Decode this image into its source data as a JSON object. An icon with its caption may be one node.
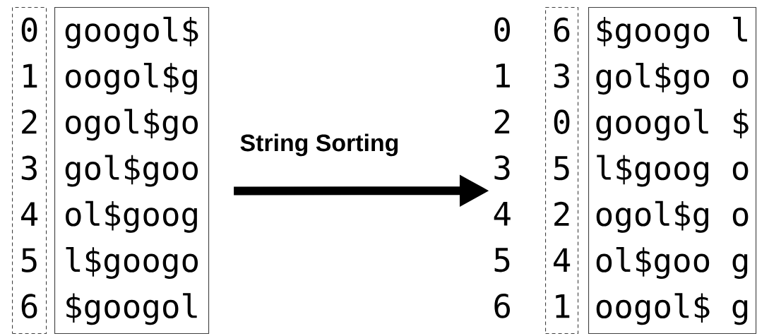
{
  "diagram": {
    "nodes": [
      {
        "text": [
          "0",
          "1",
          "2",
          "3",
          "4",
          "5",
          "6"
        ]
      },
      {
        "text": [
          "googol$",
          "oogol$g",
          "ogol$go",
          "gol$goo",
          "ol$goog",
          "l$googo",
          "$googol"
        ]
      },
      {
        "text": [
          "0",
          "1",
          "2",
          "3",
          "4",
          "5",
          "6"
        ]
      },
      {
        "text": [
          "6",
          "3",
          "0",
          "5",
          "2",
          "4",
          "1"
        ]
      },
      {
        "text": [
          "$googo l",
          "gol$go o",
          "googol $",
          "l$goog o",
          "ogol$g o",
          "ol$goo g",
          "oogol$ g"
        ]
      }
    ],
    "edges": [
      {
        "from": 1,
        "to": 2,
        "arrow": "to",
        "label": "String Sorting"
      }
    ]
  }
}
